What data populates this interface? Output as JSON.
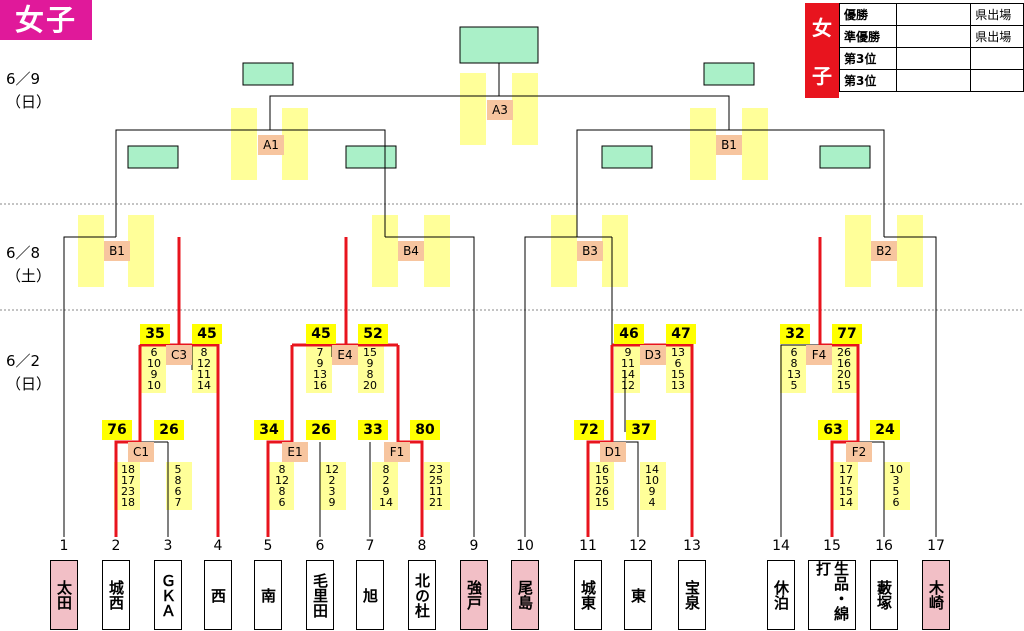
{
  "title": "女子",
  "dates": [
    {
      "line1": "6／9",
      "line2": "（日）"
    },
    {
      "line1": "6／8",
      "line2": "（土）"
    },
    {
      "line1": "6／2",
      "line2": "（日）"
    }
  ],
  "teams": [
    {
      "no": "1",
      "name": "太田",
      "highlight": true
    },
    {
      "no": "2",
      "name": "城西",
      "highlight": false
    },
    {
      "no": "3",
      "name": "ＧＫＡ",
      "highlight": false
    },
    {
      "no": "4",
      "name": "西",
      "highlight": false
    },
    {
      "no": "5",
      "name": "南",
      "highlight": false
    },
    {
      "no": "6",
      "name": "毛里田",
      "highlight": false
    },
    {
      "no": "7",
      "name": "旭",
      "highlight": false
    },
    {
      "no": "8",
      "name": "北の杜",
      "highlight": false
    },
    {
      "no": "9",
      "name": "強戸",
      "highlight": true
    },
    {
      "no": "10",
      "name": "尾島",
      "highlight": true
    },
    {
      "no": "11",
      "name": "城東",
      "highlight": false
    },
    {
      "no": "12",
      "name": "東",
      "highlight": false
    },
    {
      "no": "13",
      "name": "宝泉",
      "highlight": false
    },
    {
      "no": "14",
      "name": "休泊",
      "highlight": false
    },
    {
      "no": "15",
      "name": "生品・綿打",
      "highlight": false
    },
    {
      "no": "16",
      "name": "藪塚",
      "highlight": false
    },
    {
      "no": "17",
      "name": "木崎",
      "highlight": true
    }
  ],
  "matches": {
    "top": [
      "A3",
      "A1",
      "B1"
    ],
    "round2": [
      "B1",
      "B4",
      "B3",
      "B2"
    ],
    "round1": [
      "C3",
      "E4",
      "D3",
      "F4",
      "C1",
      "E1",
      "F1",
      "D1",
      "F2"
    ]
  },
  "scores": {
    "C3": {
      "left": "35",
      "right": "45",
      "left_sets": [
        "6",
        "10",
        "9",
        "10"
      ],
      "right_sets": [
        "8",
        "12",
        "11",
        "14"
      ]
    },
    "E4": {
      "left": "45",
      "right": "52",
      "left_sets": [
        "7",
        "9",
        "13",
        "16"
      ],
      "right_sets": [
        "15",
        "9",
        "8",
        "20"
      ]
    },
    "D3": {
      "left": "46",
      "right": "47",
      "left_sets": [
        "9",
        "11",
        "14",
        "12"
      ],
      "right_sets": [
        "13",
        "6",
        "15",
        "13"
      ]
    },
    "F4": {
      "left": "32",
      "right": "77",
      "left_sets": [
        "6",
        "8",
        "13",
        "5"
      ],
      "right_sets": [
        "26",
        "16",
        "20",
        "15"
      ]
    },
    "C1": {
      "left": "76",
      "right": "26",
      "left_sets": [
        "18",
        "17",
        "23",
        "18"
      ],
      "right_sets": [
        "5",
        "8",
        "6",
        "7"
      ]
    },
    "E1": {
      "left": "34",
      "right": "26",
      "left_sets": [
        "8",
        "12",
        "8",
        "6"
      ],
      "right_sets": [
        "12",
        "2",
        "3",
        "9"
      ]
    },
    "F1": {
      "left": "33",
      "right": "80",
      "left_sets": [
        "8",
        "2",
        "9",
        "14"
      ],
      "right_sets": [
        "23",
        "25",
        "11",
        "21"
      ]
    },
    "D1": {
      "left": "72",
      "right": "37",
      "left_sets": [
        "16",
        "15",
        "26",
        "15"
      ],
      "right_sets": [
        "14",
        "10",
        "9",
        "4"
      ]
    },
    "F2": {
      "left": "63",
      "right": "24",
      "left_sets": [
        "17",
        "17",
        "15",
        "14"
      ],
      "right_sets": [
        "10",
        "3",
        "5",
        "6"
      ]
    }
  },
  "results": {
    "side_label_top": "女",
    "side_label_bottom": "子",
    "rows": [
      {
        "label": "優勝",
        "venue": "県出場"
      },
      {
        "label": "準優勝",
        "venue": "県出場"
      },
      {
        "label": "第3位",
        "venue": ""
      },
      {
        "label": "第3位",
        "venue": ""
      }
    ]
  },
  "colors": {
    "accent": "#e0199a",
    "winner_line": "#e8141e",
    "placeholder": "#aaf0c8",
    "match_fill": "#f7c59f",
    "score_fill": "#ffff00",
    "team_highlight": "#f2bfc6"
  }
}
